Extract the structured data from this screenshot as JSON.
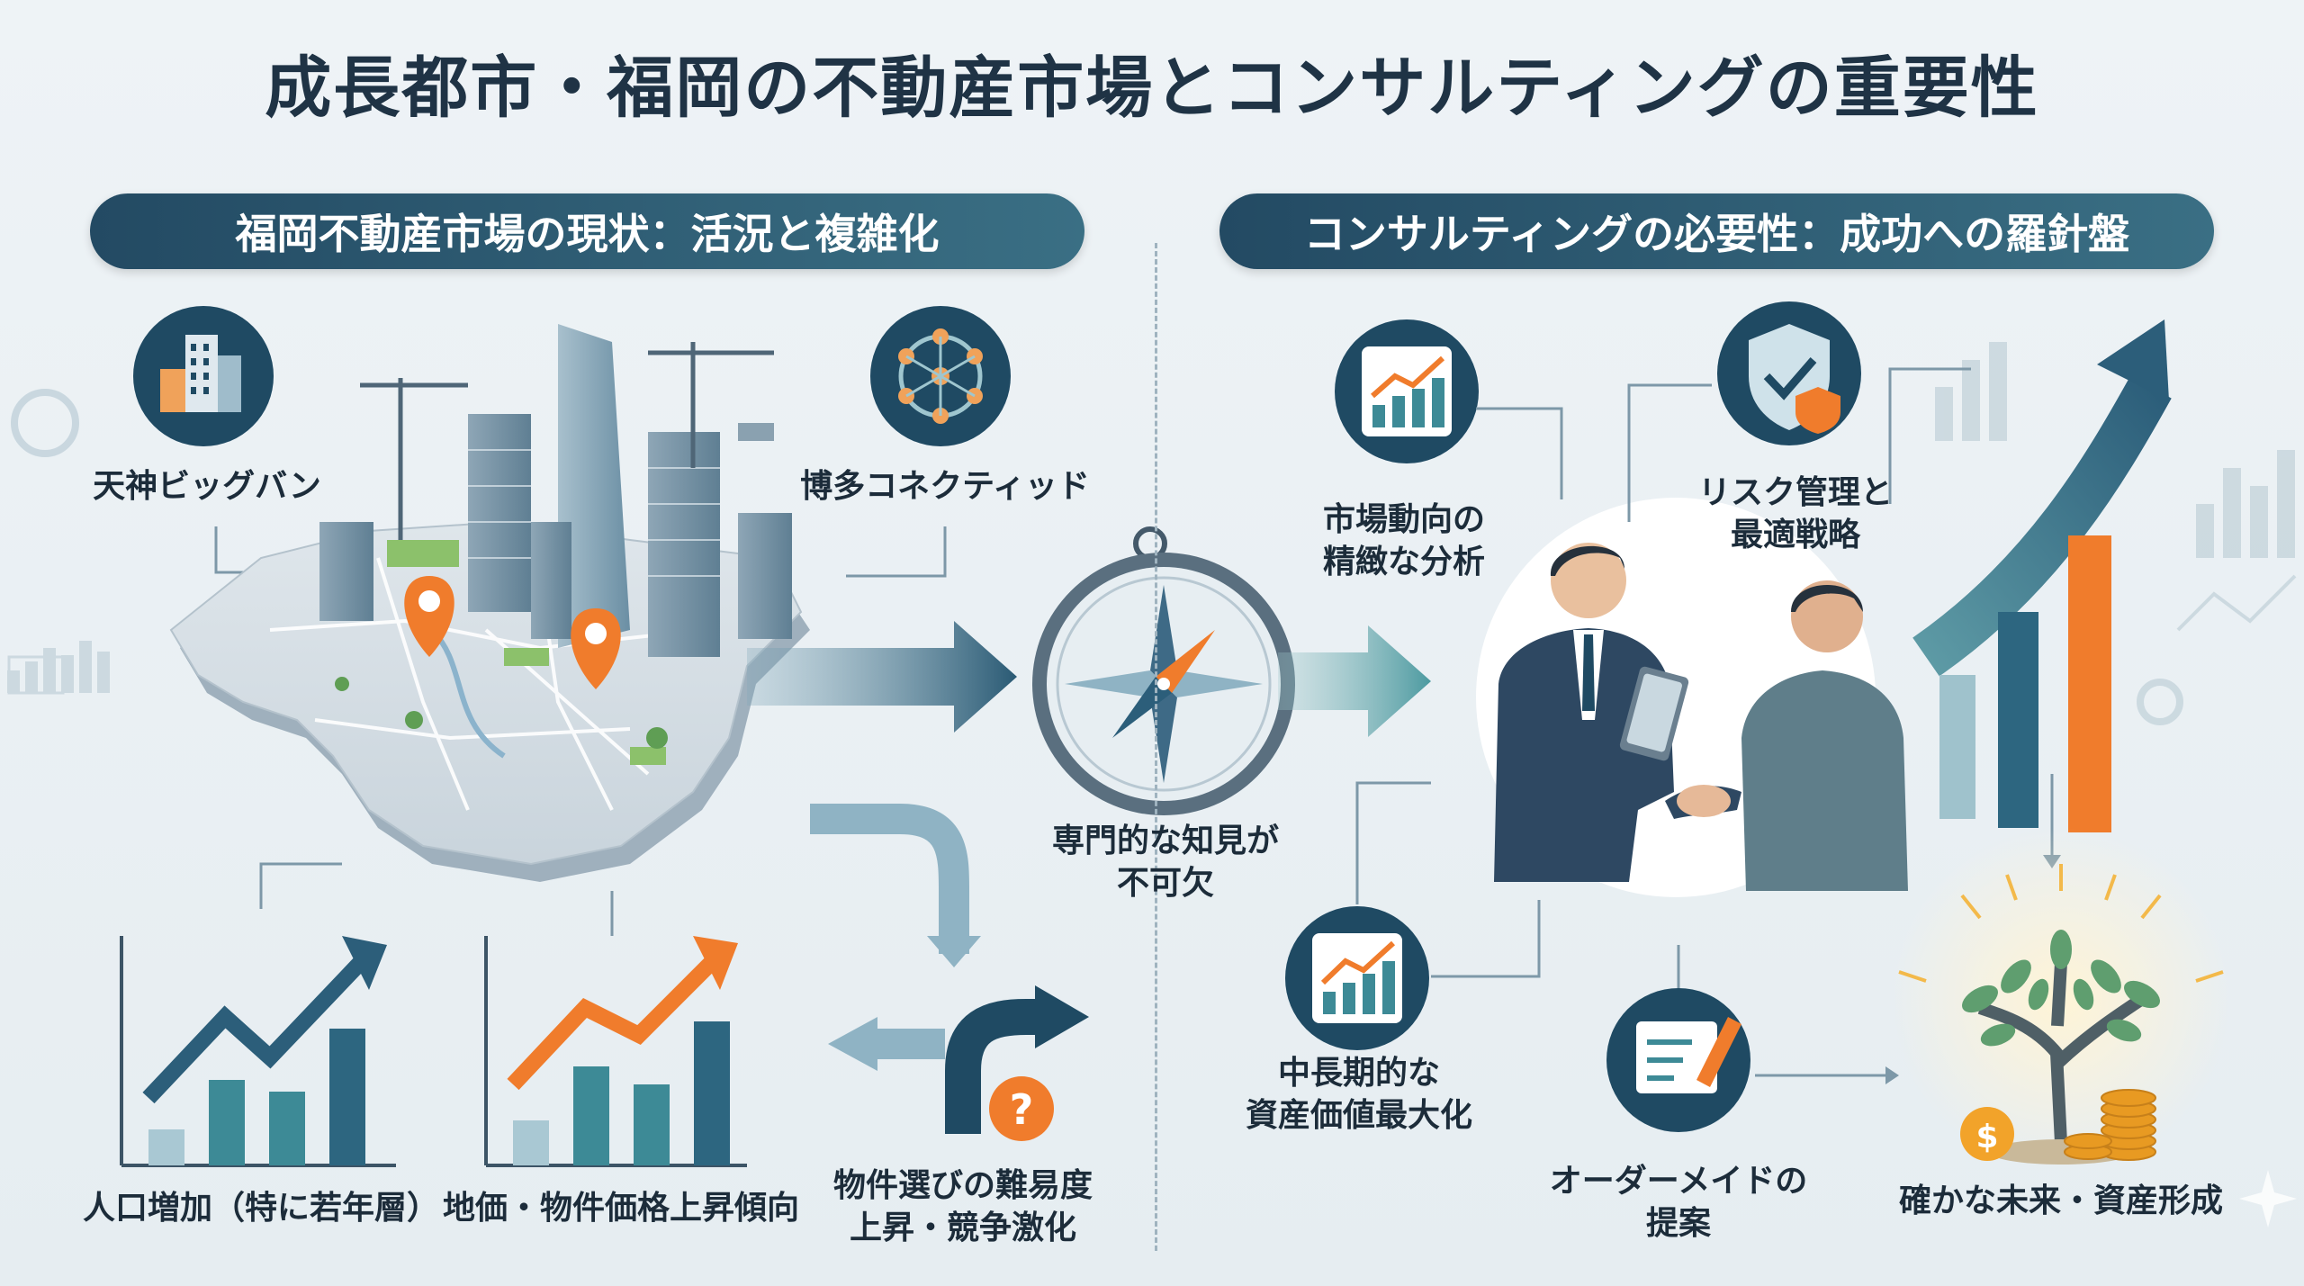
{
  "title": "成長都市・福岡の不動産市場とコンサルティングの重要性",
  "left_section": {
    "banner": "福岡不動産市場の現状：活況と複雑化",
    "labels": {
      "tenjin": "天神ビッグバン",
      "hakata": "博多コネクティッド",
      "population": "人口増加（特に若年層）",
      "land_price": "地価・物件価格上昇傾向",
      "difficulty_line1": "物件選びの難易度",
      "difficulty_line2": "上昇・競争激化"
    }
  },
  "center": {
    "expertise_line1": "専門的な知見が",
    "expertise_line2": "不可欠"
  },
  "right_section": {
    "banner": "コンサルティングの必要性：成功への羅針盤",
    "labels": {
      "analysis_line1": "市場動向の",
      "analysis_line2": "精緻な分析",
      "risk_line1": "リスク管理と",
      "risk_line2": "最適戦略",
      "longterm_line1": "中長期的な",
      "longterm_line2": "資産価値最大化",
      "proposal_line1": "オーダーメイドの",
      "proposal_line2": "提案",
      "future": "確かな未来・資産形成"
    },
    "question_mark": "?",
    "coin_symbol": "$"
  },
  "colors": {
    "navy": "#1f4a63",
    "teal": "#3d8a96",
    "orange": "#f07c2c",
    "light_blue": "#8fb3c4"
  }
}
